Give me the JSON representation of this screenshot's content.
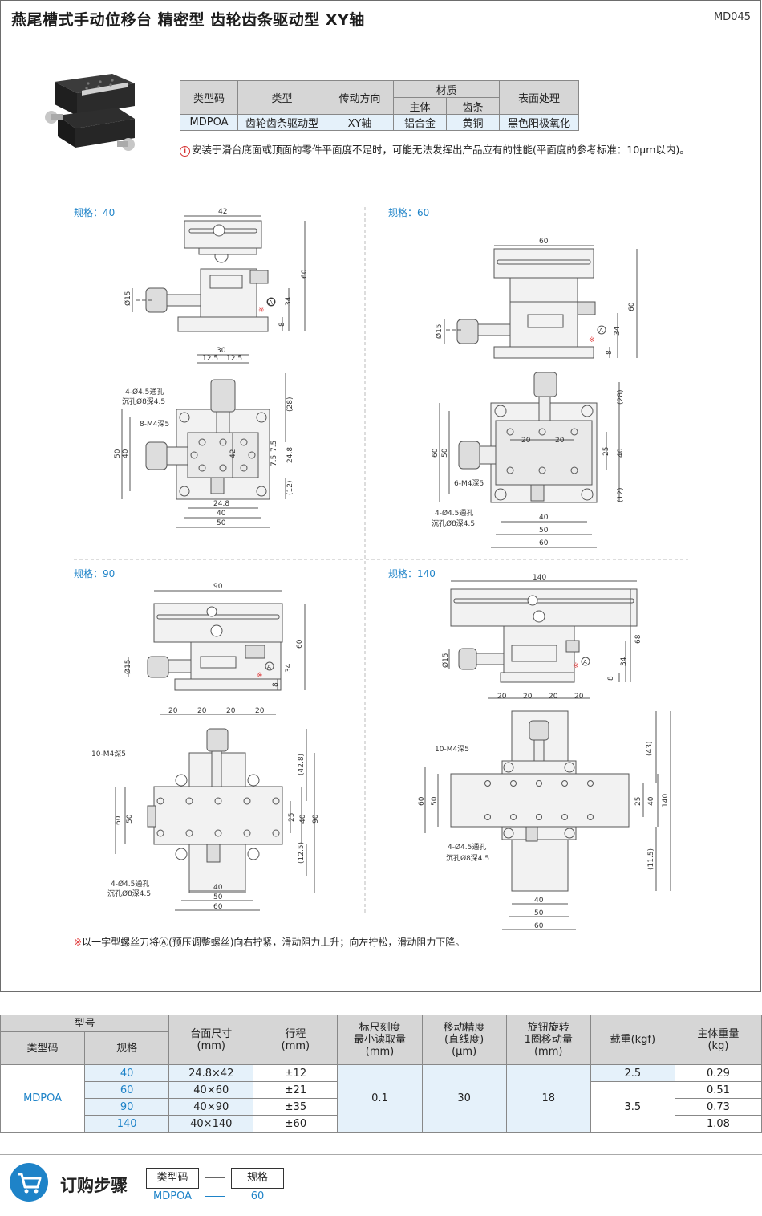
{
  "header": {
    "title": "燕尾槽式手动位移台 精密型 齿轮齿条驱动型 XY轴",
    "code": "MD045"
  },
  "spec_table": {
    "h_type_code": "类型码",
    "h_type": "类型",
    "h_direction": "传动方向",
    "h_material": "材质",
    "h_body": "主体",
    "h_rack": "齿条",
    "h_surface": "表面处理",
    "v_type_code": "MDPOA",
    "v_type": "齿轮齿条驱动型",
    "v_direction": "XY轴",
    "v_body": "铝合金",
    "v_rack": "黄铜",
    "v_surface": "黑色阳极氧化"
  },
  "warning": {
    "icon": "i",
    "text": "安装于滑台底面或顶面的零件平面度不足时，可能无法发挥出产品应有的性能(平面度的参考标准：10μm以内)。"
  },
  "drawings": {
    "s40": {
      "label": "规格：40",
      "top_w": "42",
      "h60": "60",
      "h34": "34",
      "h8": "8",
      "d15": "Ø15",
      "markA": "A",
      "star": "※",
      "p30": "30",
      "p125a": "12.5",
      "p125b": "12.5",
      "hole1": "4-Ø4.5通孔",
      "hole2": "沉孔Ø8深4.5",
      "m4": "8-M4深5",
      "v50": "50",
      "v40": "40",
      "v42": "42",
      "p28": "(28)",
      "p75a": "7.5",
      "p75b": "7.5",
      "p248v": "24.8",
      "p12": "(12)",
      "b248": "24.8",
      "b40": "40",
      "b50": "50"
    },
    "s60": {
      "label": "规格：60",
      "top_w": "60",
      "h60": "60",
      "h34": "34",
      "h8": "8",
      "d15": "Ø15",
      "markA": "A",
      "star": "※",
      "p20a": "20",
      "p20b": "20",
      "m4": "6-M4深5",
      "hole1": "4-Ø4.5通孔",
      "hole2": "沉孔Ø8深4.5",
      "v60": "60",
      "v50": "50",
      "p28": "(28)",
      "p25": "25",
      "p40": "40",
      "p12": "(12)",
      "b40": "40",
      "b50": "50",
      "b60": "60"
    },
    "s90": {
      "label": "规格：90",
      "top_w": "90",
      "h60": "60",
      "h34": "34",
      "h8": "8",
      "d15": "Ø15",
      "markA": "A",
      "star": "※",
      "p20a": "20",
      "p20b": "20",
      "p20c": "20",
      "p20d": "20",
      "m4": "10-M4深5",
      "hole1": "4-Ø4.5通孔",
      "hole2": "沉孔Ø8深4.5",
      "v60": "60",
      "v50": "50",
      "p428": "(42.8)",
      "p25": "25",
      "p40": "40",
      "p90": "90",
      "p125": "(12.5)",
      "b40": "40",
      "b50": "50",
      "b60": "60"
    },
    "s140": {
      "label": "规格：140",
      "top_w": "140",
      "h68": "68",
      "h34": "34",
      "h8": "8",
      "d15": "Ø15",
      "markA": "A",
      "star": "※",
      "p20a": "20",
      "p20b": "20",
      "p20c": "20",
      "p20d": "20",
      "m4": "10-M4深5",
      "hole1": "4-Ø4.5通孔",
      "hole2": "沉孔Ø8深4.5",
      "v60": "60",
      "v50": "50",
      "p43": "(43)",
      "p25": "25",
      "p40": "40",
      "p140": "140",
      "p115": "(11.5)",
      "b40": "40",
      "b50": "50",
      "b60": "60"
    }
  },
  "note": {
    "mark": "※",
    "text": "以一字型螺丝刀将Ⓐ(预压调整螺丝)向右拧紧，滑动阻力上升；向左拧松，滑动阻力下降。"
  },
  "model_table": {
    "h_model": "型号",
    "h_type_code": "类型码",
    "h_size": "规格",
    "h_table_size_1": "台面尺寸",
    "h_table_size_2": "(mm)",
    "h_stroke_1": "行程",
    "h_stroke_2": "(mm)",
    "h_read_1": "标尺刻度",
    "h_read_2": "最小读取量",
    "h_read_3": "(mm)",
    "h_prec_1": "移动精度",
    "h_prec_2": "(直线度)",
    "h_prec_3": "(μm)",
    "h_knob_1": "旋钮旋转",
    "h_knob_2": "1圈移动量",
    "h_knob_3": "(mm)",
    "h_load": "载重(kgf)",
    "h_weight_1": "主体重量",
    "h_weight_2": "(kg)",
    "type_code": "MDPOA",
    "read": "0.1",
    "precision": "30",
    "knob": "18",
    "load_a": "2.5",
    "load_b": "3.5",
    "rows": [
      {
        "size": "40",
        "table": "24.8×42",
        "stroke": "±12",
        "weight": "0.29"
      },
      {
        "size": "60",
        "table": "40×60",
        "stroke": "±21",
        "weight": "0.51"
      },
      {
        "size": "90",
        "table": "40×90",
        "stroke": "±35",
        "weight": "0.73"
      },
      {
        "size": "140",
        "table": "40×140",
        "stroke": "±60",
        "weight": "1.08"
      }
    ]
  },
  "order": {
    "title": "订购步骤",
    "box1": "类型码",
    "box2": "规格",
    "val1": "MDPOA",
    "val2": "60"
  }
}
